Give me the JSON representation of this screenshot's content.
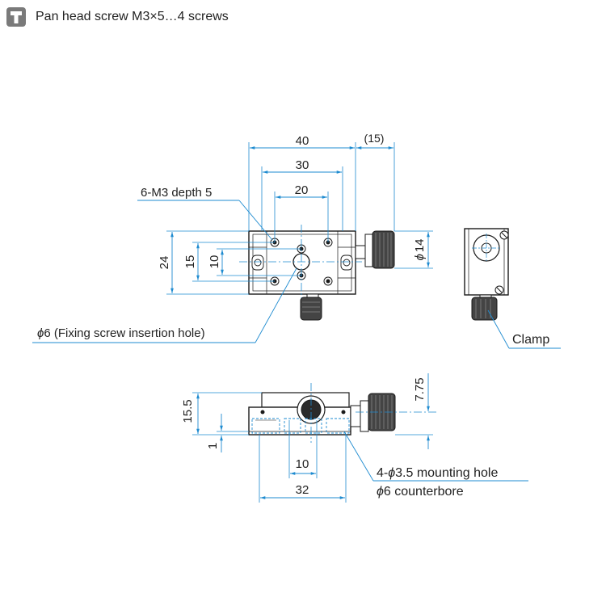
{
  "header": {
    "icon": "screw-icon",
    "title": "Pan head screw M3×5…4 screws"
  },
  "colors": {
    "dimension": "#1e8bd0",
    "outline": "#1a1a1a",
    "body": "#ffffff",
    "hidden": "#1e8bd0"
  },
  "top_view": {
    "dim_40": "40",
    "dim_15_paren": "(15)",
    "dim_30": "30",
    "dim_20": "20",
    "dim_24": "24",
    "dim_15": "15",
    "dim_10": "10",
    "dim_phi14_symbol": "ϕ",
    "dim_phi14_value": "14",
    "label_m3": "6-M3 depth 5",
    "label_fixing_symbol": "ϕ",
    "label_fixing": "6 (Fixing screw insertion hole)"
  },
  "side_view": {
    "label_clamp": "Clamp"
  },
  "front_view": {
    "dim_15_5": "15.5",
    "dim_1": "1",
    "dim_7_75": "7.75",
    "dim_10": "10",
    "dim_32": "32",
    "label_mount_prefix": "4-",
    "label_mount_symbol": "ϕ",
    "label_mount": "3.5 mounting hole",
    "label_counterbore_symbol": "ϕ",
    "label_counterbore": "6 counterbore"
  }
}
